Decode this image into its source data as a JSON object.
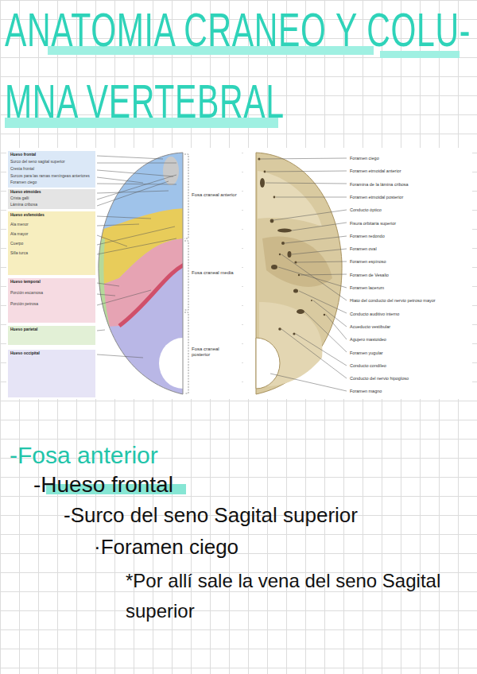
{
  "diagram": {
    "title": "ANATOMIA CRANEO Y COLU-",
    "labels": [
      "MNA VERTEBRAL",
      "Hueso frontal",
      "Surco del seno sagital superior",
      "Cresta frontal",
      "Surcos para las ramas meníngeas anteriores",
      "Foramen ciego",
      "Hueso etmoides",
      "Crista galli",
      "Lámina cribosa",
      "Hueso esfenoides",
      "Ala menor",
      "Ala mayor",
      "Cuerpo",
      "Silla turca",
      "Hueso temporal",
      "Porción escamosa",
      "Porción petrosa",
      "Hueso parietal",
      "Hueso occipital",
      "Fosa craneal anterior",
      "Fosa craneal media",
      "Fosa craneal posterior",
      "Foramen ciego",
      "Foramen etmoidal anterior",
      "Foramina de la lámina cribosa",
      "Foramen etmoidal posterior",
      "Conducto óptico",
      "Fisura orbitaria superior",
      "Foramen redondo",
      "Foramen oval",
      "Foramen espinoso",
      "Foramen de Vesalio",
      "Foramen lacerum",
      "Hiato del conducto del nervio petroso mayor",
      "Conducto auditivo interno",
      "Acueducto vestibular",
      "Agujero mastoideo",
      "Foramen yugular",
      "Conducto condíleo",
      "Conducto del nervio hipogloso",
      "Foramen magno",
      "-Fosa anterior",
      "-Hueso frontal",
      "-Surco del seno Sagital superior",
      "·Foramen ciego",
      "*Por allí sale la vena del seno Sagital superior"
    ]
  }
}
